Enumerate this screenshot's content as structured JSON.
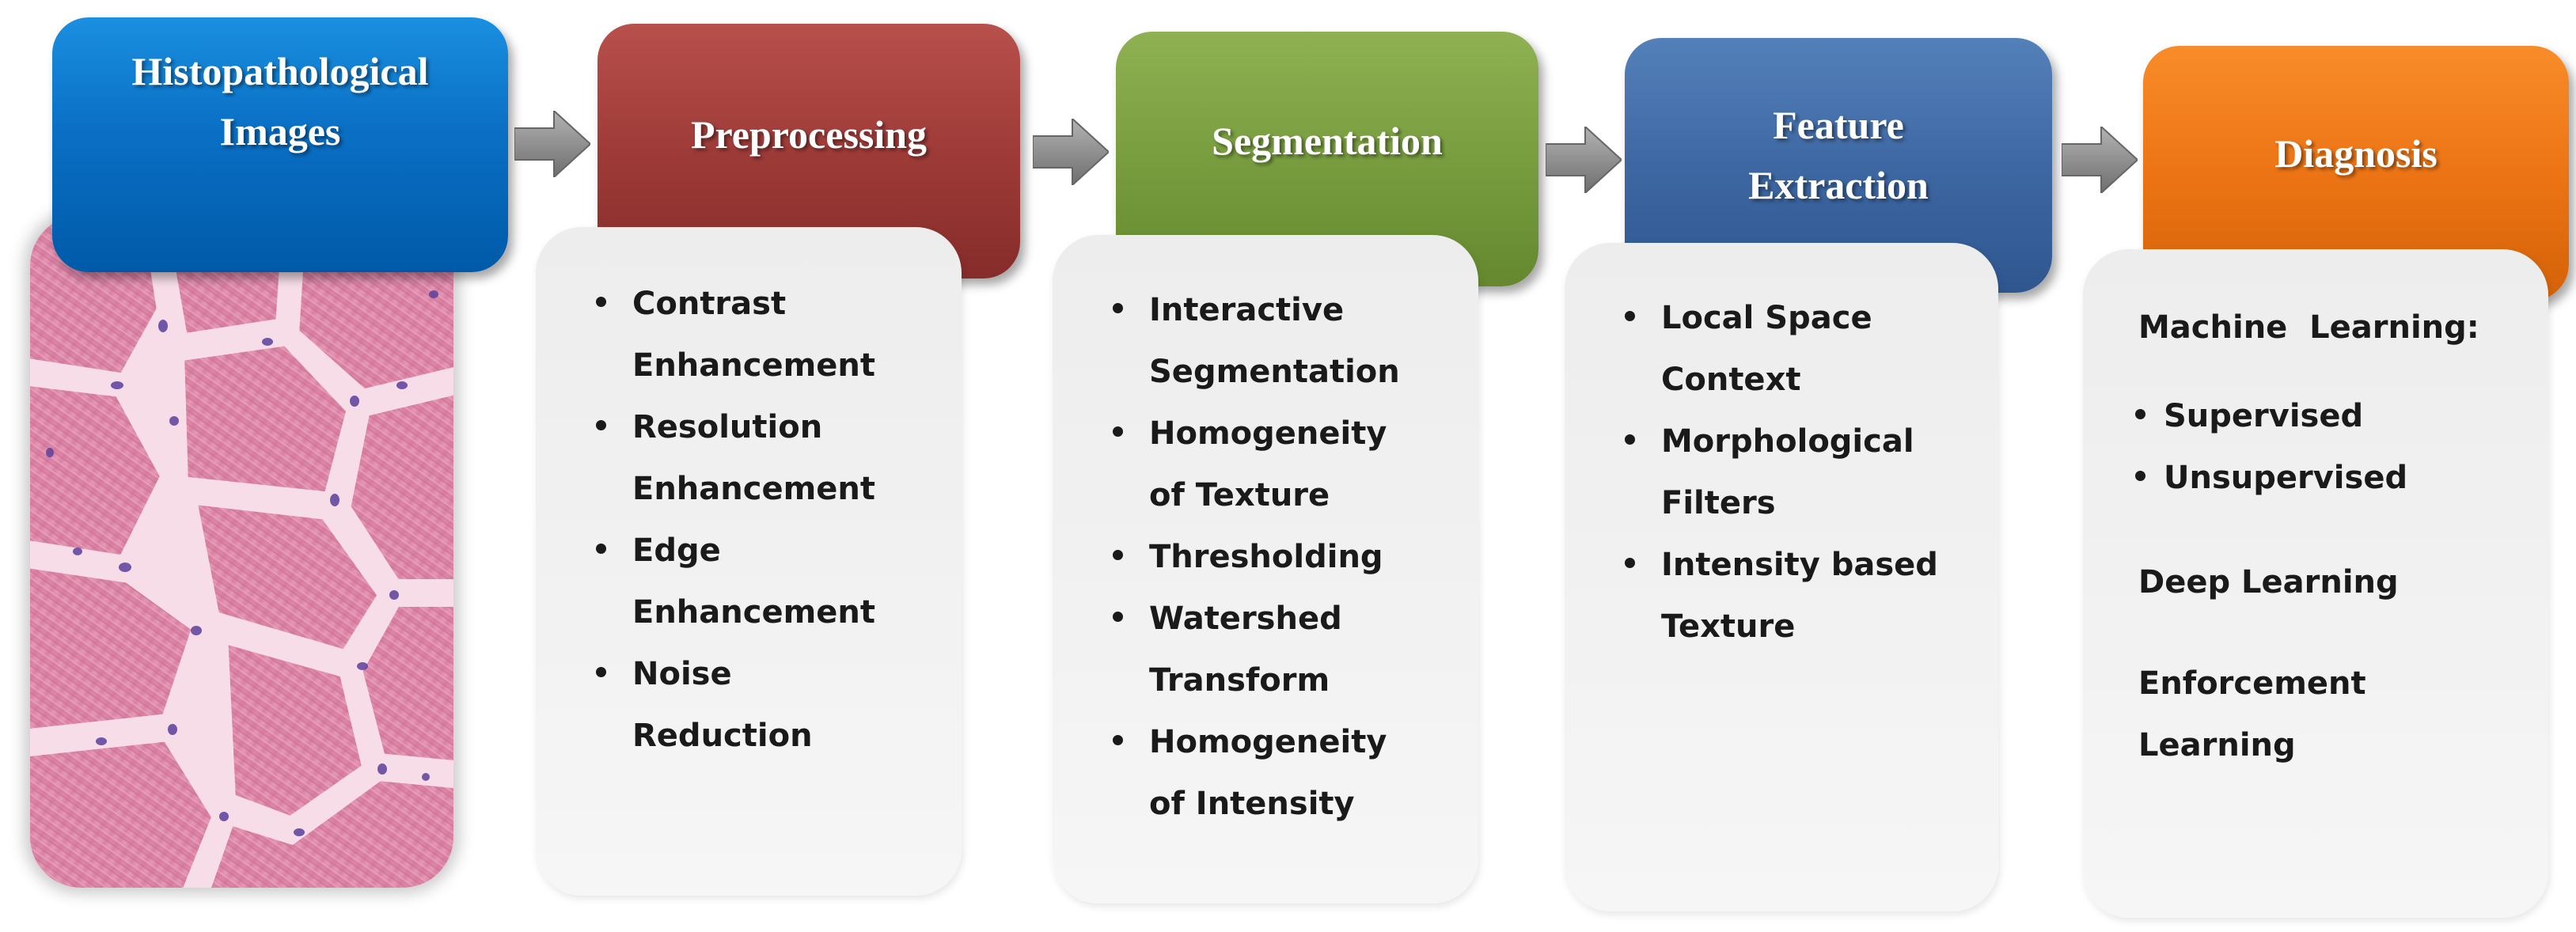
{
  "stages": [
    {
      "title_lines": [
        "Histopathological",
        "Images"
      ],
      "color": "#0a6fc4"
    },
    {
      "title_lines": [
        "Preprocessing"
      ],
      "color": "#9e3b38"
    },
    {
      "title_lines": [
        "Segmentation"
      ],
      "color": "#789d3f"
    },
    {
      "title_lines": [
        "Feature",
        "Extraction"
      ],
      "color": "#3e68a3"
    },
    {
      "title_lines": [
        "Diagnosis"
      ],
      "color": "#ec7414"
    }
  ],
  "preprocessing_items": [
    [
      "Contrast",
      "Enhancement"
    ],
    [
      "Resolution",
      "Enhancement"
    ],
    [
      "Edge",
      "Enhancement"
    ],
    [
      "Noise",
      "Reduction"
    ]
  ],
  "segmentation_items": [
    [
      "Interactive",
      "Segmentation"
    ],
    [
      "Homogeneity",
      "of Texture"
    ],
    [
      "Thresholding"
    ],
    [
      "Watershed",
      "Transform"
    ],
    [
      "Homogeneity",
      "of Intensity"
    ]
  ],
  "feature_items": [
    [
      "Local Space",
      "Context"
    ],
    [
      "Morphological",
      "Filters"
    ],
    [
      "Intensity based",
      "Texture"
    ]
  ],
  "diagnosis": {
    "machine_learning_label": "Machine  Learning:",
    "ml_items": [
      "Supervised",
      "Unsupervised"
    ],
    "deep_learning": "Deep Learning",
    "enforcement_lines": [
      "Enforcement",
      "Learning"
    ]
  },
  "arrow_icon": "right-arrow-icon",
  "image_icon": "histopathology-tissue-image"
}
